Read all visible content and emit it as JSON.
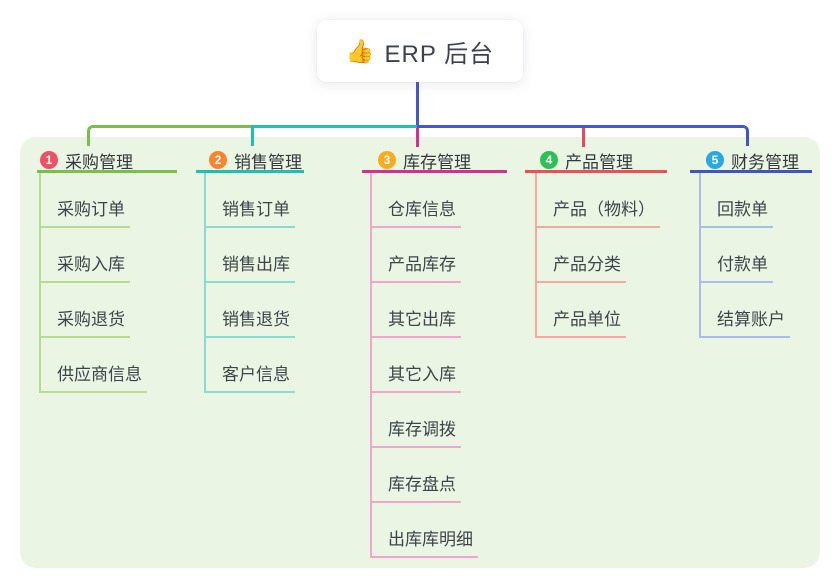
{
  "root": {
    "icon": "👍",
    "label": "ERP 后台"
  },
  "branches": [
    {
      "index": "1",
      "label": "采购管理",
      "badge_color": "#ef5164",
      "line_color": "#7cbe4a",
      "child_line_color": "#b6dc94",
      "children": [
        "采购订单",
        "采购入库",
        "采购退货",
        "供应商信息"
      ]
    },
    {
      "index": "2",
      "label": "销售管理",
      "badge_color": "#f8842e",
      "line_color": "#1fbfb2",
      "child_line_color": "#8adcd3",
      "children": [
        "销售订单",
        "销售出库",
        "销售退货",
        "客户信息"
      ]
    },
    {
      "index": "3",
      "label": "库存管理",
      "badge_color": "#fbab20",
      "line_color": "#d92e90",
      "child_line_color": "#f2a5cf",
      "children": [
        "仓库信息",
        "产品库存",
        "其它出库",
        "其它入库",
        "库存调拨",
        "库存盘点",
        "出库库明细"
      ]
    },
    {
      "index": "4",
      "label": "产品管理",
      "badge_color": "#2cc157",
      "line_color": "#ee4e55",
      "child_line_color": "#f6a8a3",
      "children": [
        "产品（物料）",
        "产品分类",
        "产品单位"
      ]
    },
    {
      "index": "5",
      "label": "财务管理",
      "badge_color": "#2ba6e6",
      "line_color": "#4154c6",
      "child_line_color": "#aabde9",
      "children": [
        "回款单",
        "付款单",
        "结算账户"
      ]
    }
  ],
  "colors": {
    "trunk_connector": "#4557d0",
    "panel_background": "#eaf6e3",
    "canvas_background": "#ffffff",
    "root_text": "#3b4150"
  }
}
